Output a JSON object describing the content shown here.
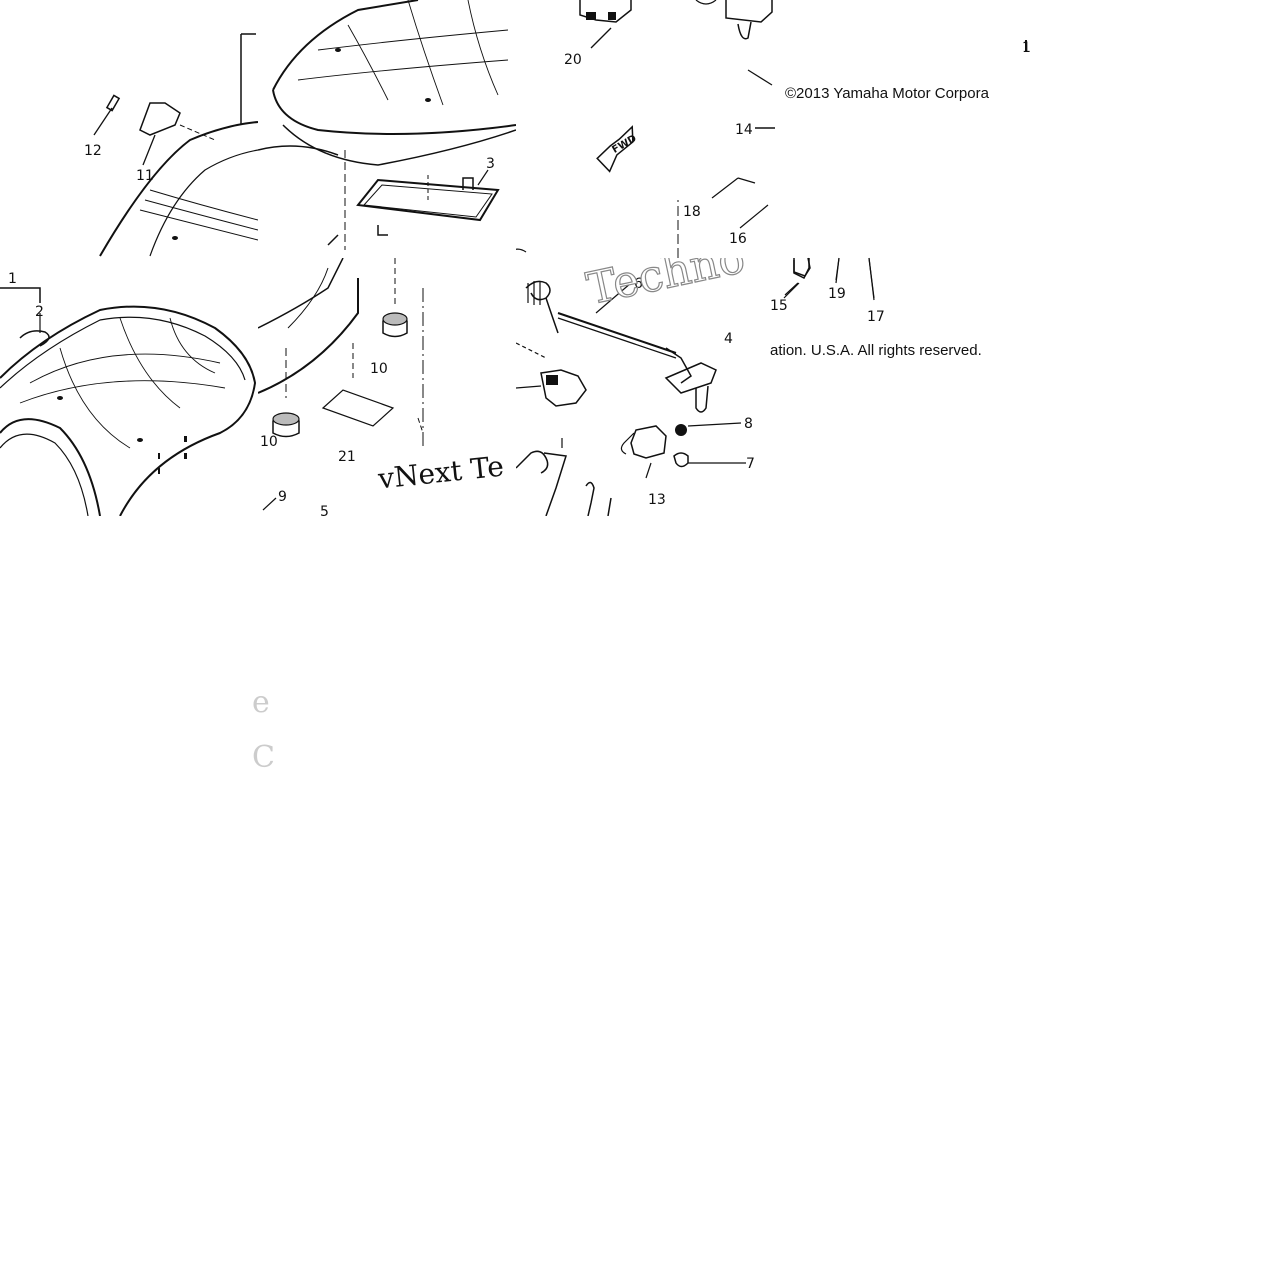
{
  "diagram": {
    "copyright_line1": "©2013 Yamaha Motor Corpora",
    "copyright_line2": "ation. U.S.A. All rights reserved.",
    "watermark_outline_1": "Techno",
    "watermark_solid": "vNext Te",
    "watermark_fragment_1": "e",
    "watermark_fragment_2": "C",
    "fwd_label": "FWD",
    "callouts": {
      "c1": "1",
      "c1b": "1",
      "c2": "2",
      "c3": "3",
      "c4": "4",
      "c5": "5",
      "c6": "6",
      "c7": "7",
      "c8": "8",
      "c9": "9",
      "c10a": "10",
      "c10b": "10",
      "c11": "11",
      "c12": "12",
      "c13": "13",
      "c14": "14",
      "c15": "15",
      "c16": "16",
      "c17": "17",
      "c18": "18",
      "c19": "19",
      "c20": "20",
      "c21": "21"
    }
  }
}
